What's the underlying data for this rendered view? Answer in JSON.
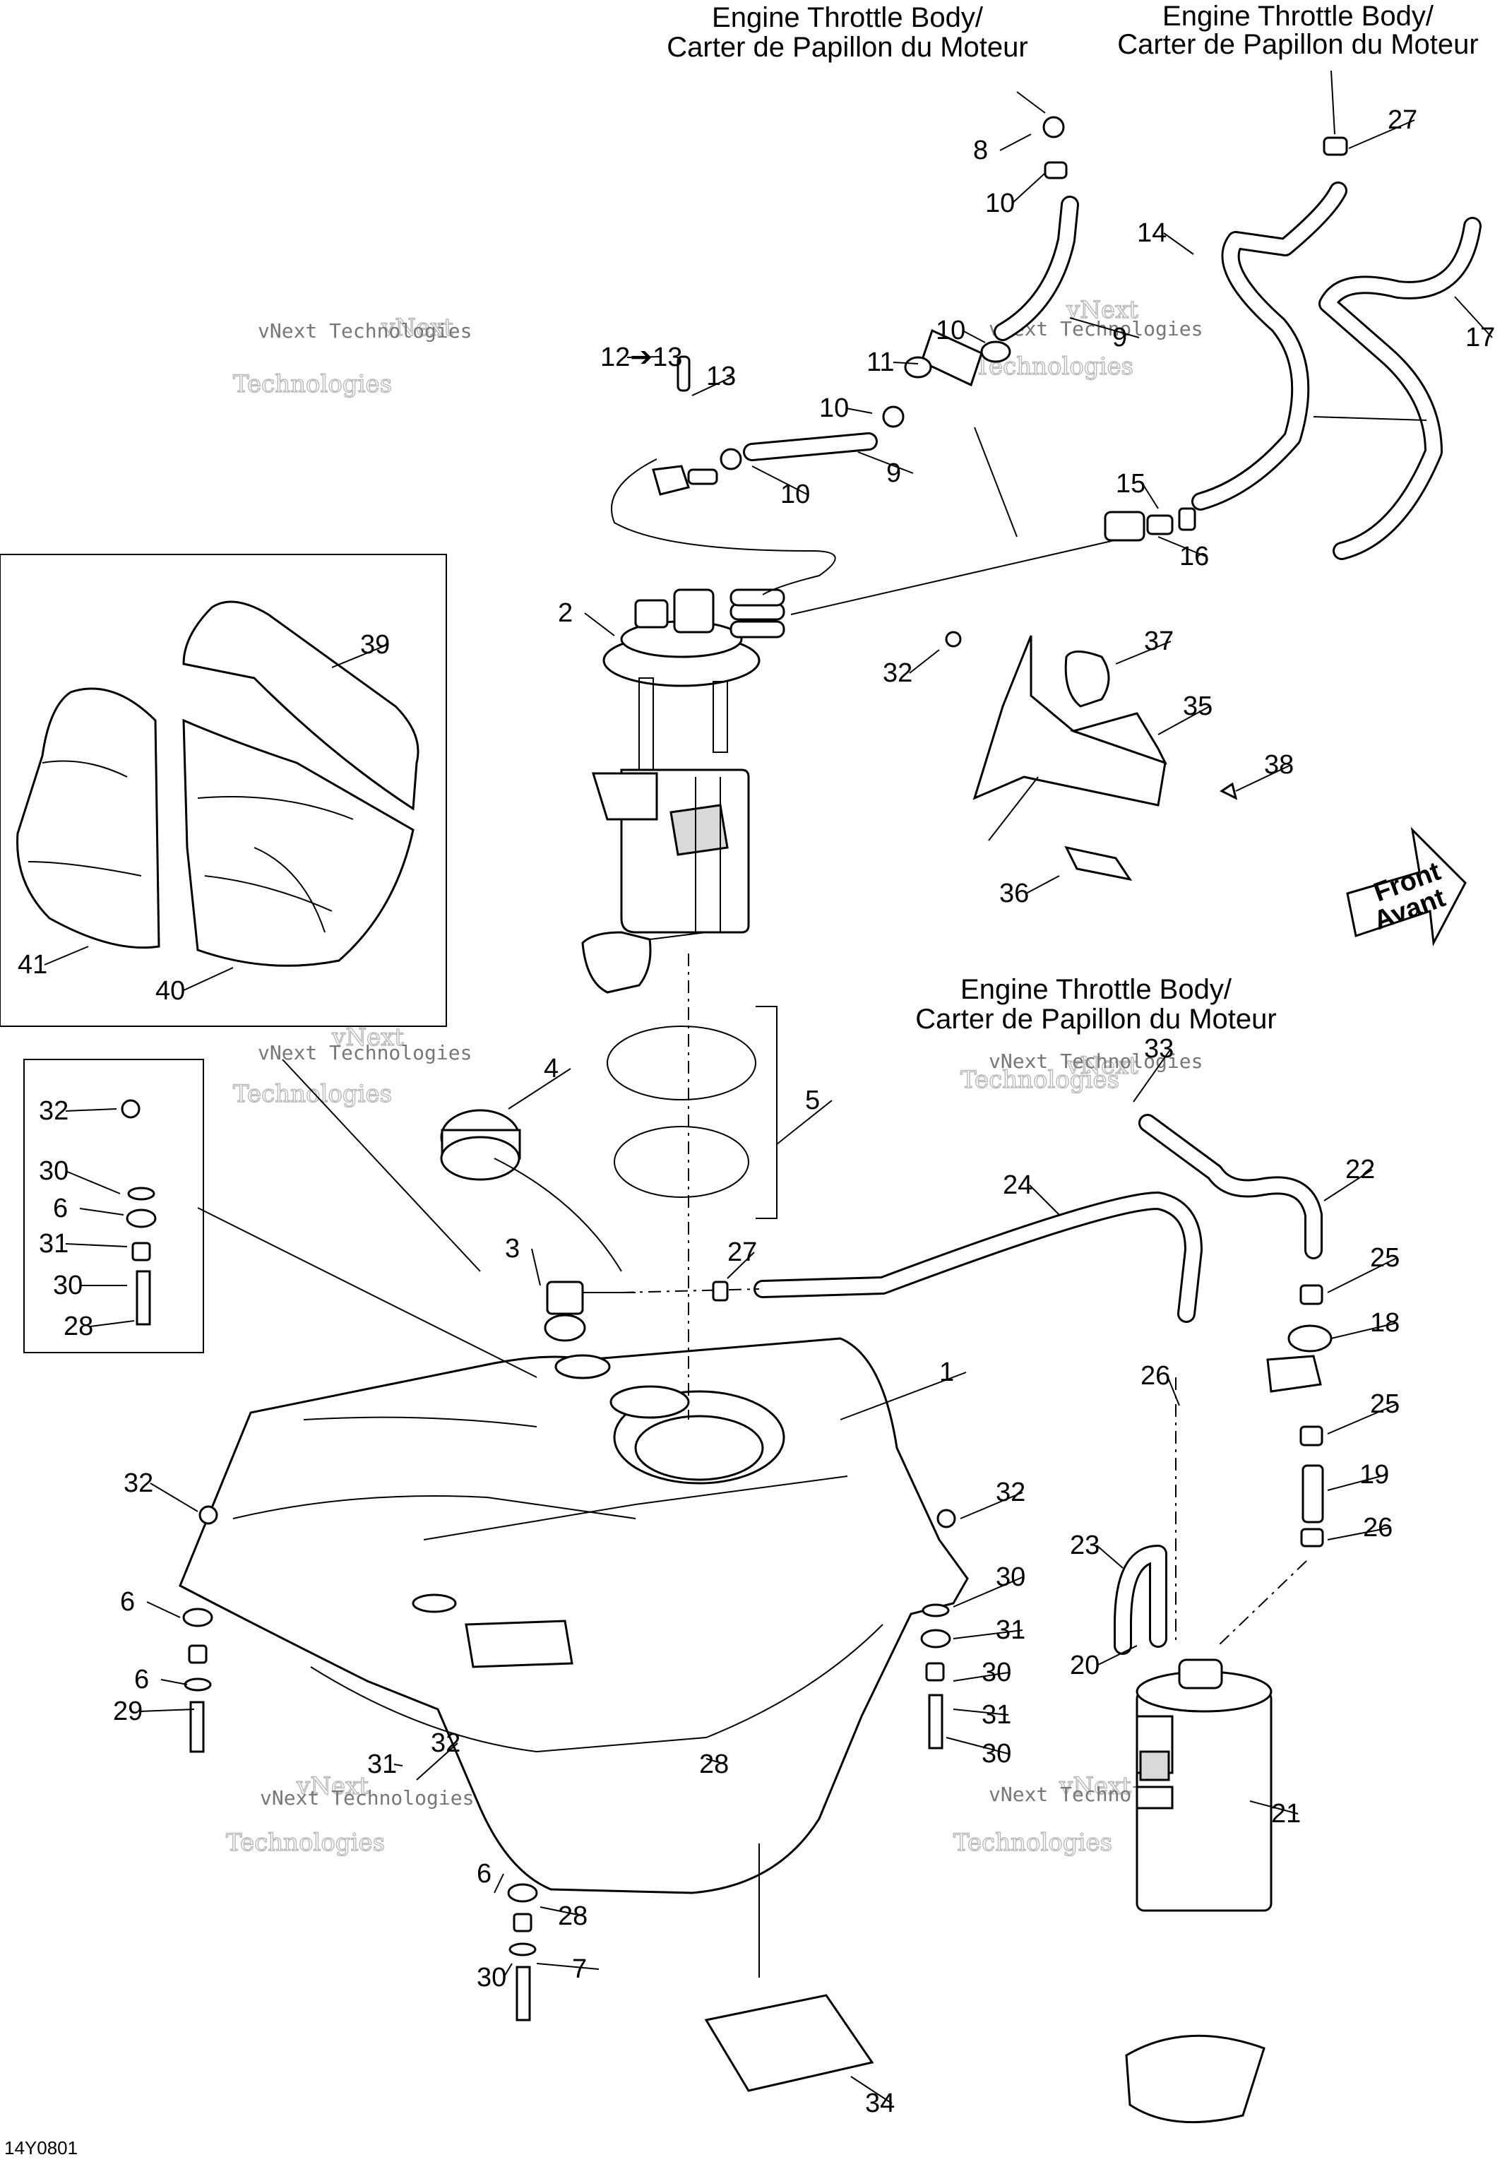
{
  "headers": [
    {
      "line1": "Engine Throttle Body/",
      "line2": "Carter de Papillon du Moteur"
    },
    {
      "line1": "Engine Throttle Body/",
      "line2": "Carter de Papillon du Moteur"
    },
    {
      "line1": "Engine Throttle Body/",
      "line2": "Carter de Papillon du Moteur"
    }
  ],
  "front_arrow": {
    "line1": "Front",
    "line2": "Avant"
  },
  "watermark": {
    "line1": "vNext",
    "line2": "Technologies",
    "small": "vNext Technologies"
  },
  "diagram_code": "14Y0801",
  "callouts": [
    "8",
    "10",
    "27",
    "14",
    "17",
    "12➔13",
    "13",
    "10",
    "11",
    "9",
    "10",
    "10",
    "9",
    "15",
    "16",
    "2",
    "32",
    "37",
    "35",
    "38",
    "36",
    "39",
    "41",
    "40",
    "4",
    "5",
    "32",
    "30",
    "6",
    "31",
    "30",
    "28",
    "3",
    "27",
    "24",
    "33",
    "22",
    "25",
    "18",
    "25",
    "19",
    "26",
    "26",
    "23",
    "20",
    "21",
    "1",
    "32",
    "32",
    "6",
    "30",
    "31",
    "6",
    "29",
    "30",
    "31",
    "30",
    "28",
    "32",
    "31",
    "6",
    "28",
    "30",
    "7",
    "34"
  ]
}
